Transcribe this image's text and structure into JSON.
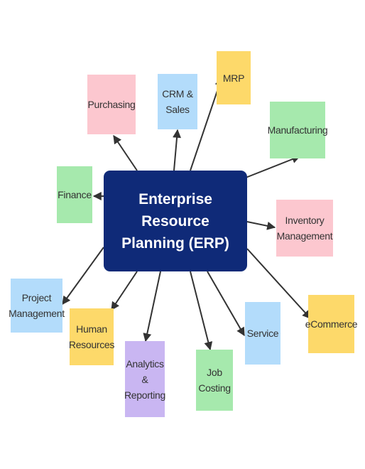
{
  "center": {
    "label": "Enterprise Resource\nPlanning (ERP)"
  },
  "colors": {
    "center": "#0f2a78",
    "pink": "#fcc7cf",
    "blue": "#b3dcfb",
    "yellow": "#fdd96a",
    "green": "#a6e9ad",
    "purple": "#c9b6f2",
    "connector": "#333333"
  },
  "modules": [
    {
      "id": "purchasing",
      "label": "Purchasing",
      "color": "pink"
    },
    {
      "id": "crm",
      "label": "CRM &\nSales",
      "color": "blue"
    },
    {
      "id": "mrp",
      "label": "MRP",
      "color": "yellow"
    },
    {
      "id": "manufacturing",
      "label": "Manufacturing",
      "color": "green"
    },
    {
      "id": "finance",
      "label": "Finance",
      "color": "green"
    },
    {
      "id": "inventory",
      "label": "Inventory\nManagement",
      "color": "pink"
    },
    {
      "id": "project",
      "label": "Project\nManagement",
      "color": "blue"
    },
    {
      "id": "ecommerce",
      "label": "eCommerce",
      "color": "yellow"
    },
    {
      "id": "human-resources",
      "label": "Human\nResources",
      "color": "yellow"
    },
    {
      "id": "service",
      "label": "Service",
      "color": "blue"
    },
    {
      "id": "analytics",
      "label": "Analytics\n&\nReporting",
      "color": "purple"
    },
    {
      "id": "job-costing",
      "label": "Job\nCosting",
      "color": "green"
    }
  ]
}
